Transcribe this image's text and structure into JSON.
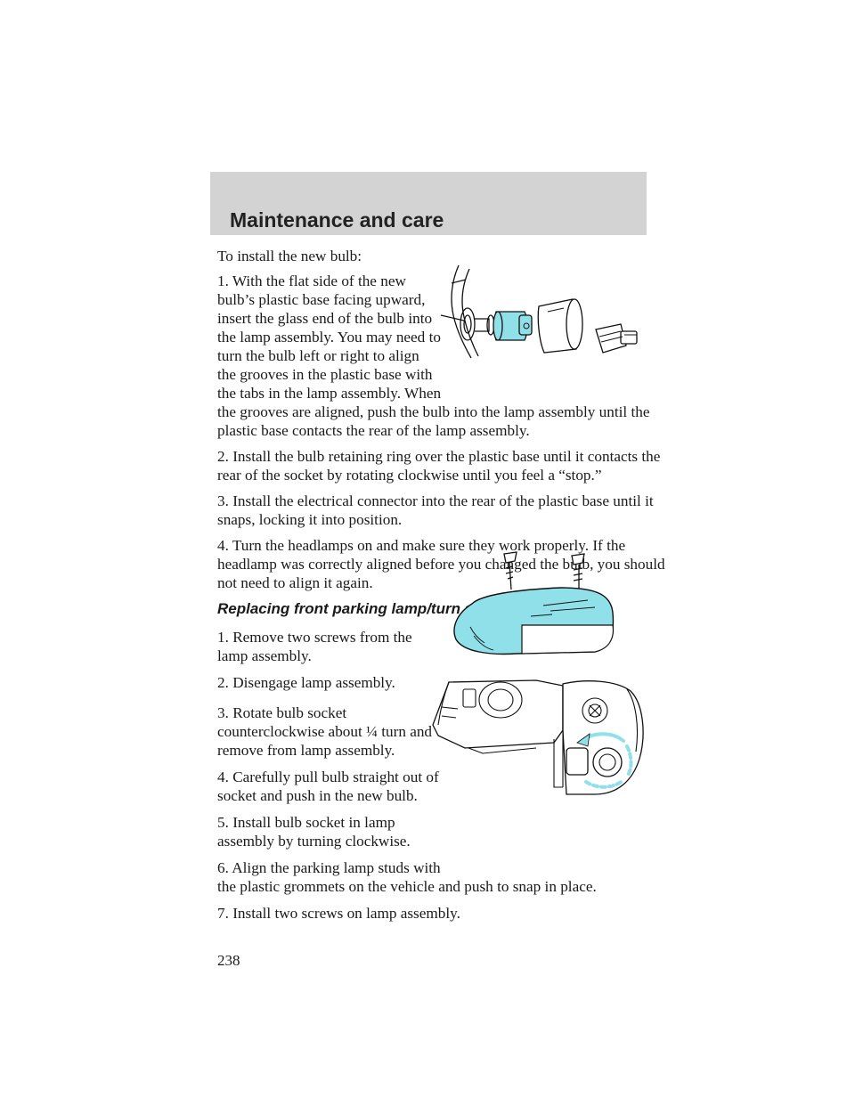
{
  "header": {
    "title": "Maintenance and care"
  },
  "install_section": {
    "intro": "To install the new bulb:",
    "step1_wrap": [
      "1. With the flat side of the new",
      "bulb’s plastic base facing upward,",
      "insert the glass end of the bulb into",
      "the lamp assembly. You may need to",
      "turn the bulb left or right to align",
      "the grooves in the plastic base with",
      "the tabs in the lamp assembly. When"
    ],
    "step1_full": [
      "the grooves are aligned, push the bulb into the lamp assembly until the",
      "plastic base contacts the rear of the lamp assembly."
    ],
    "step2": [
      "2. Install the bulb retaining ring over the plastic base until it contacts the",
      "rear of the socket by rotating clockwise until you feel a “stop.”"
    ],
    "step3": [
      "3. Install the electrical connector into the rear of the plastic base until it",
      "snaps, locking it into position."
    ],
    "step4": [
      "4. Turn the headlamps on and make sure they work properly. If the",
      "headlamp was correctly aligned before you changed the bulb, you should",
      "not need to align it again."
    ]
  },
  "parking_section": {
    "heading": "Replacing front parking lamp/turn signal bulbs",
    "step1": [
      "1. Remove two screws from the",
      "lamp assembly."
    ],
    "step2": "2. Disengage lamp assembly.",
    "step3": [
      "3. Rotate bulb socket",
      "counterclockwise about ¼ turn and",
      "remove from lamp assembly."
    ],
    "step4": [
      "4. Carefully pull bulb straight out of",
      "socket and push in the new bulb."
    ],
    "step5": [
      "5. Install bulb socket in lamp",
      "assembly by turning clockwise."
    ],
    "step6_wrap": "6. Align the parking lamp studs with",
    "step6_full": "the plastic grommets on the vehicle and push to snap in place.",
    "step7": "7. Install two screws on lamp assembly."
  },
  "footer": {
    "page_number": "238"
  },
  "colors": {
    "header_bg": "#d3d3d3",
    "highlight": "#8fe0e8"
  }
}
